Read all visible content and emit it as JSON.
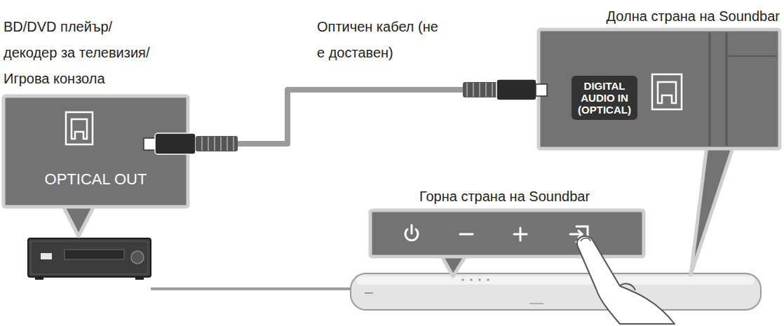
{
  "diagram": {
    "nodes": [
      {
        "text": [
          "BD/DVD плейър/ декодер за телевизия/ Игрова конзола",
          "OPTICAL OUT"
        ]
      },
      {
        "text": [
          "Долна страна на Soundbar"
        ]
      },
      {
        "text": [
          "DIGITAL AUDIO IN (OPTICAL)"
        ],
        "in": 1
      },
      {
        "text": [
          "Горна страна на Soundbar"
        ]
      }
    ],
    "edges": [
      {
        "from": 0,
        "to": 1,
        "arrow": "none"
      }
    ],
    "labels": [
      "Оптичен кабел (не е доставен)"
    ]
  }
}
